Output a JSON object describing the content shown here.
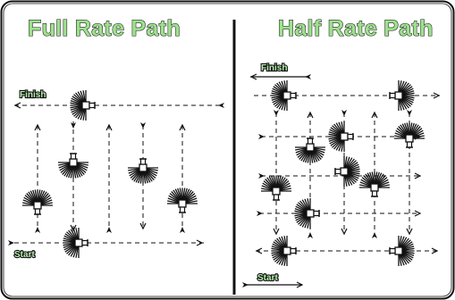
{
  "titles": {
    "left": "Full Rate Path",
    "right": "Half Rate Path"
  },
  "labels": {
    "left_finish": "Finish",
    "left_start": "Start",
    "right_finish": "Finish",
    "right_start": "Start"
  },
  "colors": {
    "title_fill": "#9ee08e",
    "label_fill": "#b8f0b0",
    "ink": "#111111"
  },
  "icons": {
    "unit": "sprinkler-fan-icon",
    "direction": "arrow-icon"
  }
}
